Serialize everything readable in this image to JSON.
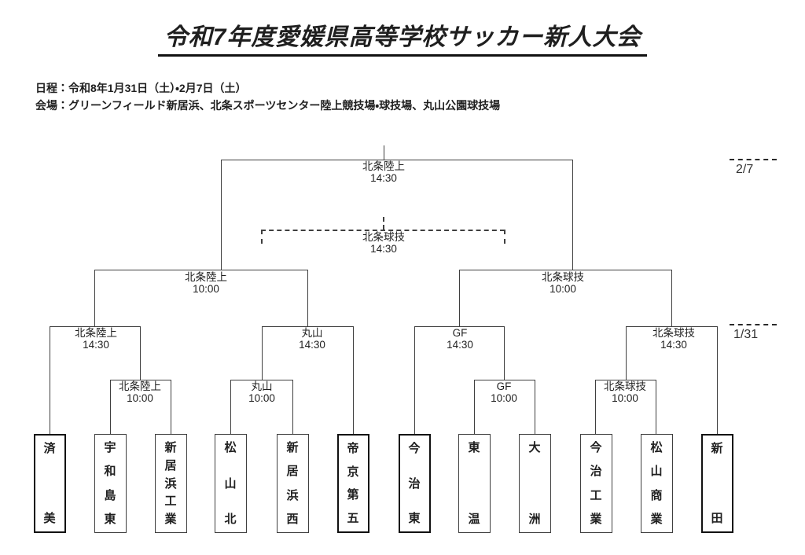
{
  "title": "令和7年度愛媛県高等学校サッカー新人大会",
  "info": {
    "schedule": "日程：令和8年1月31日（土）・2月7日（土）",
    "venue": "会場：グリーンフィールド新居浜、北条スポーツセンター陸上競技場・球技場、丸山公園球技場"
  },
  "date_markers": [
    {
      "label": "2/7"
    },
    {
      "label": "1/31"
    }
  ],
  "matches": {
    "final": {
      "venue": "北条陸上",
      "time": "14:30"
    },
    "third_place": {
      "venue": "北条球技",
      "time": "14:30"
    },
    "semifinals": [
      {
        "venue": "北条陸上",
        "time": "10:00"
      },
      {
        "venue": "北条球技",
        "time": "10:00"
      }
    ],
    "quarterfinals": [
      {
        "venue": "北条陸上",
        "time": "14:30"
      },
      {
        "venue": "丸山",
        "time": "14:30"
      },
      {
        "venue": "GF",
        "time": "14:30"
      },
      {
        "venue": "北条球技",
        "time": "14:30"
      }
    ],
    "first_round": [
      {
        "venue": "北条陸上",
        "time": "10:00"
      },
      {
        "venue": "丸山",
        "time": "10:00"
      },
      {
        "venue": "GF",
        "time": "10:00"
      },
      {
        "venue": "北条球技",
        "time": "10:00"
      }
    ]
  },
  "teams": [
    {
      "name": "済美",
      "seeded": true
    },
    {
      "name": "宇和島東",
      "seeded": false
    },
    {
      "name": "新居浜工業",
      "seeded": false
    },
    {
      "name": "松山北",
      "seeded": false
    },
    {
      "name": "新居浜西",
      "seeded": false
    },
    {
      "name": "帝京第五",
      "seeded": true
    },
    {
      "name": "今治東",
      "seeded": true
    },
    {
      "name": "東温",
      "seeded": false
    },
    {
      "name": "大洲",
      "seeded": false
    },
    {
      "name": "今治工業",
      "seeded": false
    },
    {
      "name": "松山商業",
      "seeded": false
    },
    {
      "name": "新田",
      "seeded": true
    }
  ],
  "colors": {
    "line": "#3f3f3f",
    "ink": "#1f1f1f"
  }
}
